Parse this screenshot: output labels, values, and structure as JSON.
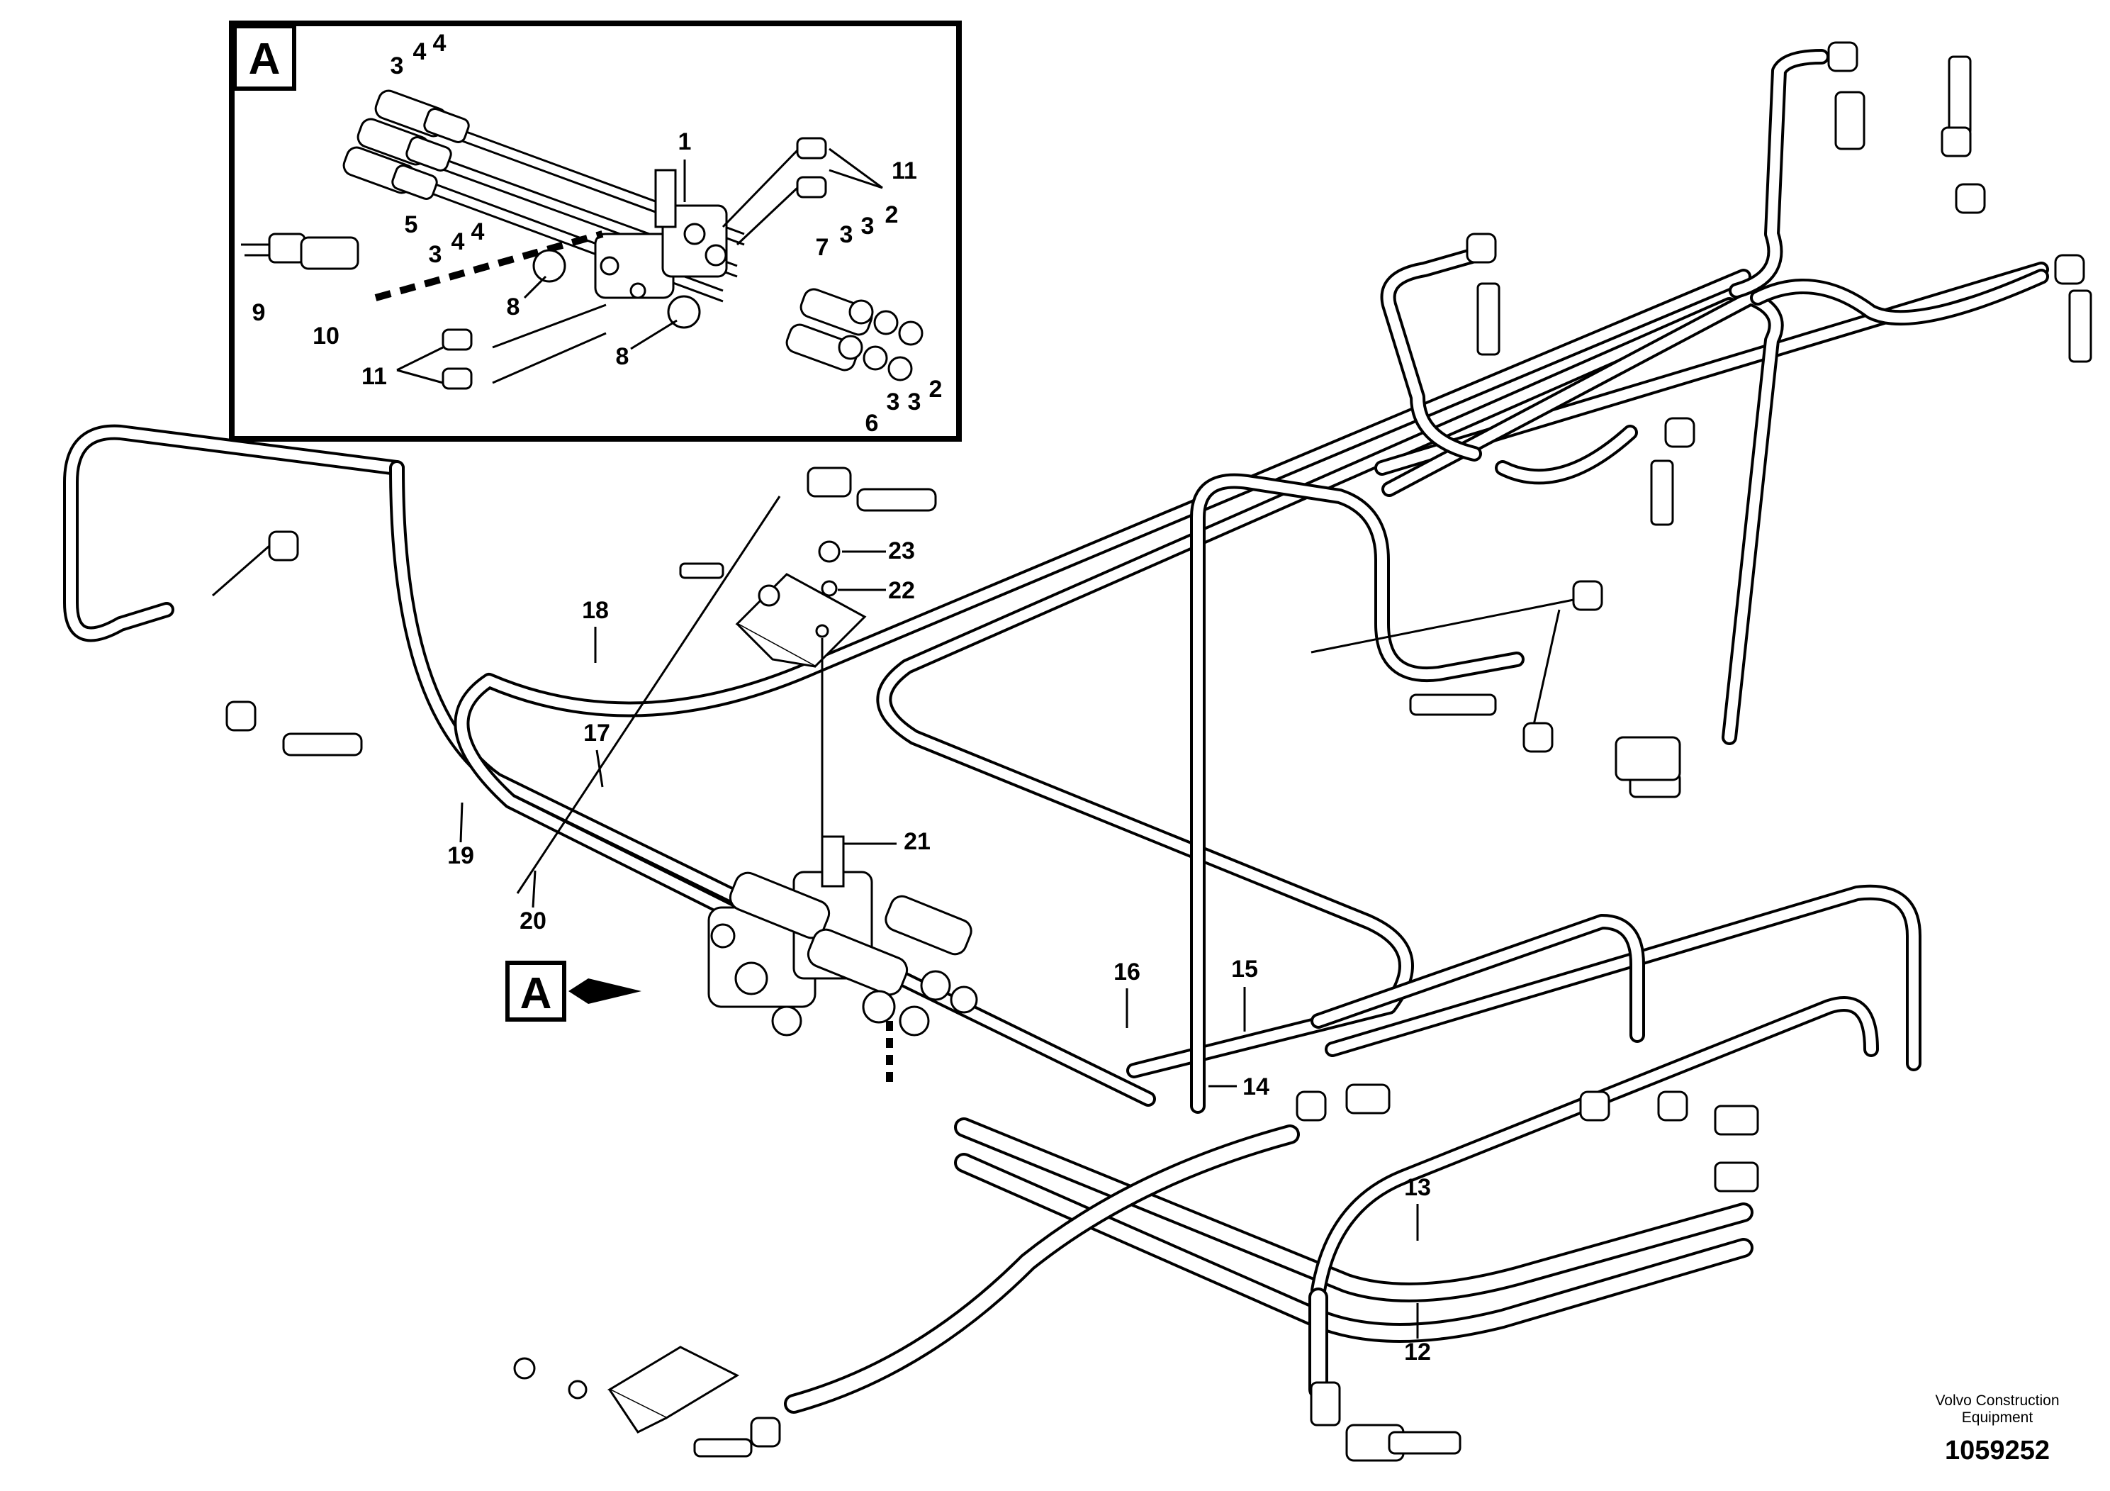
{
  "diagram": {
    "inset_tag": "A",
    "view_tag": "A",
    "brand_line1": "Volvo Construction",
    "brand_line2": "Equipment",
    "doc_number": "1059252"
  },
  "callouts": {
    "c1": "1",
    "c2a": "2",
    "c2b": "2",
    "c3a": "3",
    "c3b": "3",
    "c3c": "3",
    "c3d": "3",
    "c3e": "3",
    "c3f": "3",
    "c4a": "4",
    "c4b": "4",
    "c4c": "4",
    "c4d": "4",
    "c5": "5",
    "c6": "6",
    "c7": "7",
    "c8a": "8",
    "c8b": "8",
    "c9": "9",
    "c10": "10",
    "c11a": "11",
    "c11b": "11",
    "c12": "12",
    "c13": "13",
    "c14": "14",
    "c15": "15",
    "c16": "16",
    "c17": "17",
    "c18": "18",
    "c19": "19",
    "c20": "20",
    "c21": "21",
    "c22": "22",
    "c23": "23"
  }
}
